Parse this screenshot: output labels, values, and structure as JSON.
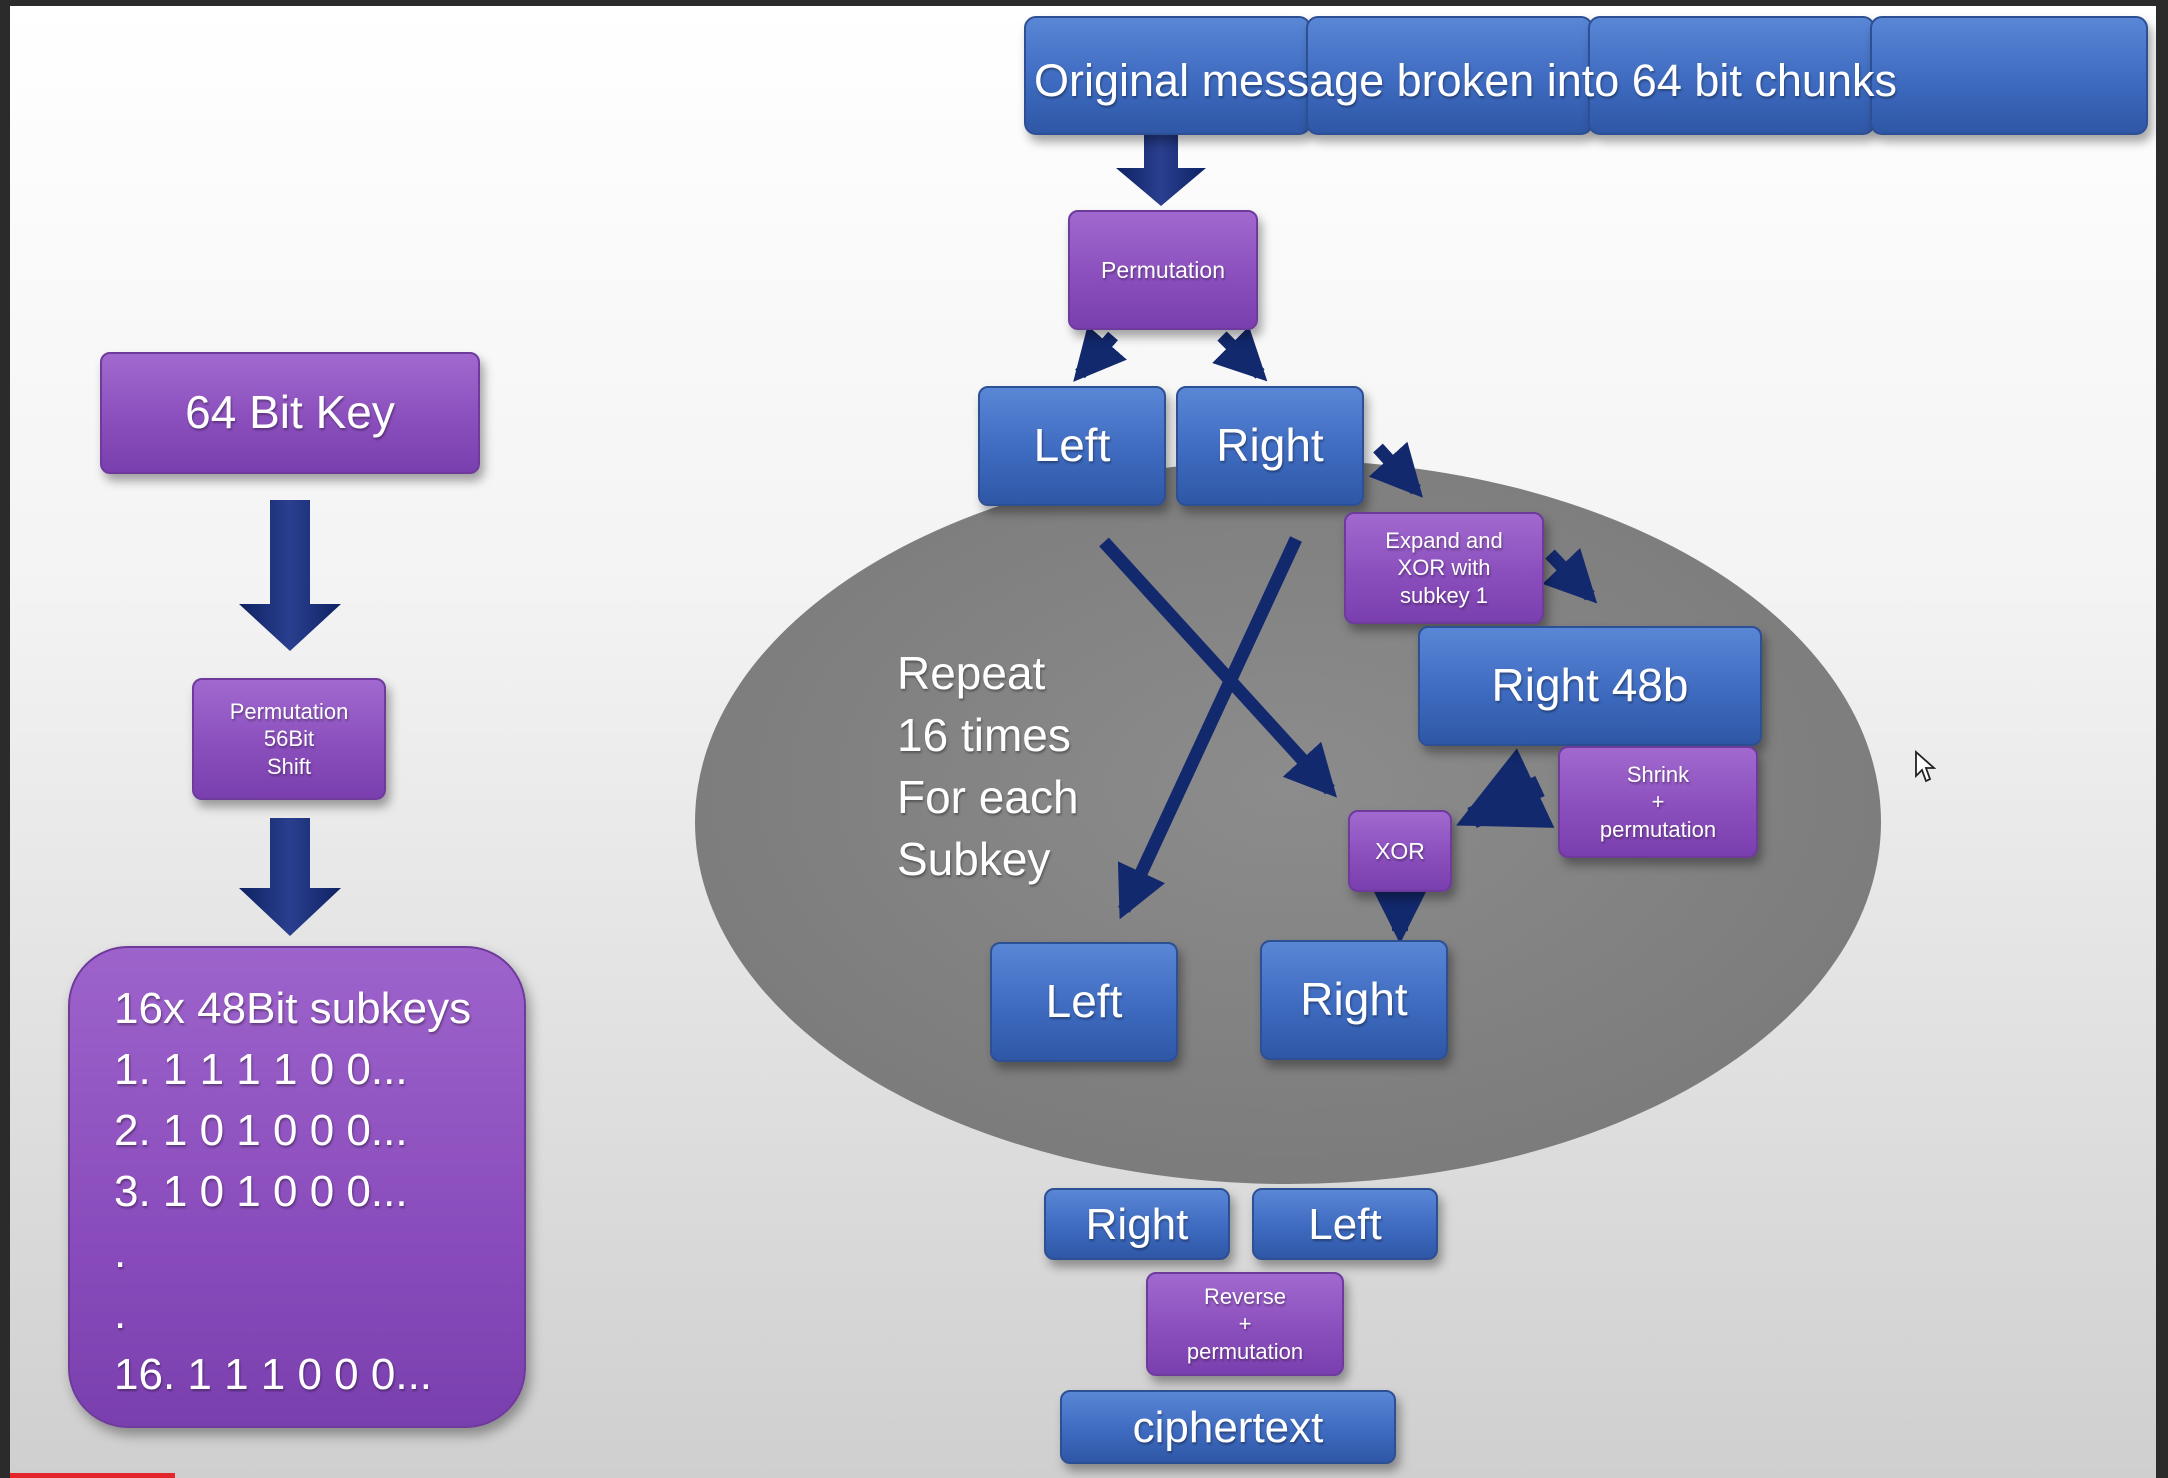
{
  "message": {
    "label": "Original message broken into 64 bit chunks"
  },
  "key_schedule": {
    "key_label": "64 Bit Key",
    "permutation_lines": [
      "Permutation",
      "56Bit",
      "Shift"
    ],
    "subkeys_title": "16x 48Bit subkeys",
    "subkeys": [
      "1. 1 1 1 1 0 0...",
      "2. 1 0 1 0 0 0...",
      "3. 1 0 1 0 0 0...",
      ".",
      ".",
      "16. 1 1 1 0 0 0..."
    ]
  },
  "rounds": {
    "initial_permutation": "Permutation",
    "left_label": "Left",
    "right_label": "Right",
    "expand_lines": [
      "Expand and",
      "XOR with",
      "subkey 1"
    ],
    "right48_label": "Right 48b",
    "shrink_lines": [
      "Shrink",
      "+",
      "permutation"
    ],
    "xor_label": "XOR",
    "repeat_lines": [
      "Repeat",
      "16 times",
      "For each",
      "Subkey"
    ],
    "out_left_label": "Left",
    "out_right_label": "Right"
  },
  "final": {
    "swap_right": "Right",
    "swap_left": "Left",
    "reverse_lines": [
      "Reverse",
      "+",
      "permutation"
    ],
    "ciphertext": "ciphertext"
  },
  "colors": {
    "box_blue": "#3e6bc0",
    "box_purple": "#8b4fbd",
    "arrow_navy": "#13296e",
    "ellipse_gray": "#848484"
  }
}
